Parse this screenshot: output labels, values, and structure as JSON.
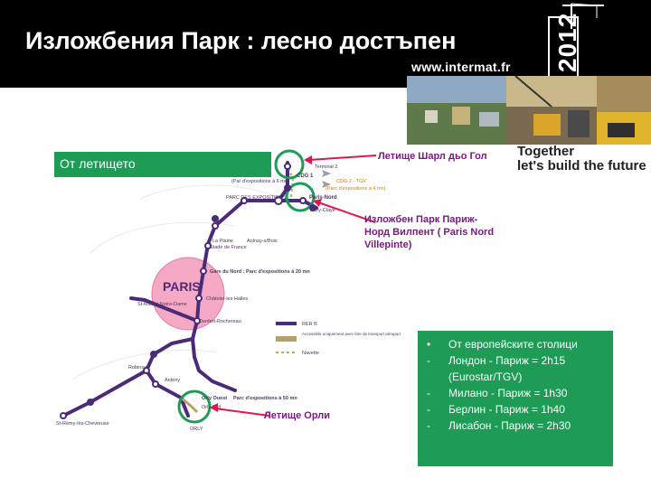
{
  "header": {
    "title": "Изложбения Парк : лесно достъпен",
    "site_url": "www.intermat.fr",
    "year": "2012"
  },
  "slogan": {
    "line1": "Together",
    "line2": "let's build the future"
  },
  "from_airport_label": "От летището",
  "cdg_label": "Летище Шарл дьо Гол",
  "park_label": "Изложбен Парк Париж-Норд Вилпент ( Paris Nord Villepinte)",
  "orly_label": "Летище Орли",
  "map_labels": {
    "cdg1": "CDG 1",
    "cdg1_sub": "(Par d'expositions à 6 mn)",
    "terminal2": "Terminal 2",
    "cdg2": "CDG 2 - TGV",
    "cdg2_sub": "(Parc d'expositions à 4 mn)",
    "parc": "PARC DES EXPOSITIONS",
    "paris_nord": "Paris-Nord",
    "mitry": "Mitry-Claye",
    "la_plaine": "La Plaine",
    "stade": "Stade de France",
    "aulnay": "Aulnay-s/Bois",
    "gare_du_nord": "Gare du Nord : Parc d'expositions à 20 mn",
    "paris": "PARIS",
    "st_michel": "St-Michel-Notre-Dame",
    "chatelet": "Châtelet-les Halles",
    "denfert": "Denfert-Rochereau",
    "rer_b": "RER B",
    "accessible": "Accessible uniquement avec titre de transport aéroport",
    "navette": "Navette",
    "robinson": "Robinson",
    "antony": "Antony",
    "orly_ouest": "Orly Ouest",
    "orly_sud": "Orly Sud",
    "orly_parc": "Parc d'expositions à 50 mn",
    "st_remy": "St-Rémy-lès-Chevreuse",
    "orly": "ORLY"
  },
  "capitals": {
    "items": [
      {
        "bullet": "•",
        "text": "От европейските столици"
      },
      {
        "bullet": "-",
        "text": "Лондон - Париж = 2h15 (Eurostar/TGV)"
      },
      {
        "bullet": "-",
        "text": "Милано - Париж = 1h30"
      },
      {
        "bullet": "-",
        "text": "Берлин - Париж = 1h40"
      },
      {
        "bullet": "-",
        "text": "Лисабон - Париж = 2h30"
      }
    ]
  },
  "colors": {
    "header_bg": "#000000",
    "green": "#1e9b55",
    "rer_line": "#4b2a7a",
    "paris_circle": "#f5a9c5",
    "arrow": "#e0174d",
    "label_purple": "#7a1a80"
  }
}
